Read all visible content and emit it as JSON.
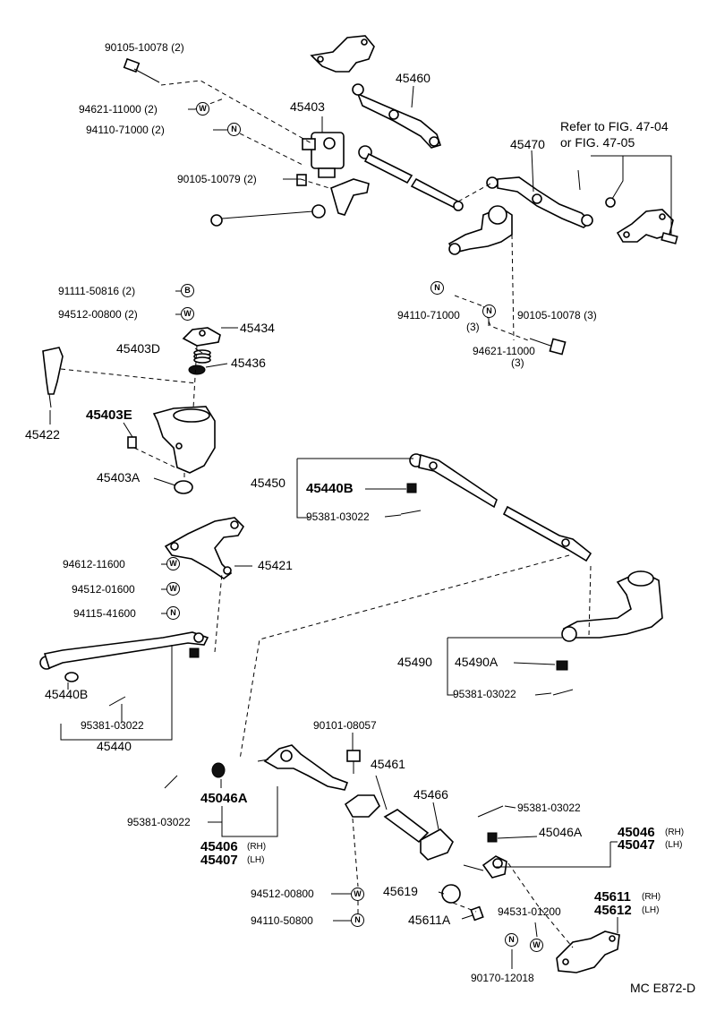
{
  "labels": {
    "p90105_10078_2": "90105-10078 (2)",
    "p94621_11000_2": "94621-11000 (2)",
    "p94110_71000_2": "94110-71000 (2)",
    "p90105_10079_2": "90105-10079 (2)",
    "p45460": "45460",
    "p45403": "45403",
    "refer1": "Refer to FIG. 47-04",
    "refer2": "or FIG. 47-05",
    "p45470": "45470",
    "p91111_50816_2": "91111-50816 (2)",
    "p94512_00800_2": "94512-00800 (2)",
    "p45434": "45434",
    "p45403D": "45403D",
    "p45436": "45436",
    "p94110_71000": "94110-71000",
    "p94110_71000_qty": "(3)",
    "p90105_10078_3": "90105-10078 (3)",
    "p94621_11000": "94621-11000",
    "p94621_11000_qty": "(3)",
    "p45422": "45422",
    "p45403E": "45403E",
    "p45403A": "45403A",
    "p45450": "45450",
    "p45440B_top": "45440B",
    "p95381_03022_a": "95381-03022",
    "p94612_11600": "94612-11600",
    "p45421": "45421",
    "p94512_01600": "94512-01600",
    "p94115_41600": "94115-41600",
    "p45490": "45490",
    "p45490A": "45490A",
    "p95381_03022_b": "95381-03022",
    "p45440B_left": "45440B",
    "p95381_03022_c": "95381-03022",
    "p45440": "45440",
    "p90101_08057": "90101-08057",
    "p45461": "45461",
    "p45046A_left": "45046A",
    "p45466": "45466",
    "p95381_03022_d": "95381-03022",
    "p45046A_right": "45046A",
    "p45046": "45046",
    "p45046_side": "(RH)",
    "p45047": "45047",
    "p45047_side": "(LH)",
    "p95381_03022_e": "95381-03022",
    "p45406": "45406",
    "p45406_side": "(RH)",
    "p45407": "45407",
    "p45407_side": "(LH)",
    "p94512_00800": "94512-00800",
    "p45619": "45619",
    "p94110_50800": "94110-50800",
    "p45611A": "45611A",
    "p94531_01200": "94531-01200",
    "p45611": "45611",
    "p45611_side": "(RH)",
    "p45612": "45612",
    "p45612_side": "(LH)",
    "p90170_12018": "90170-12018",
    "footer": "MC  E872-D"
  },
  "badges": {
    "w": "W",
    "n": "N",
    "b": "B"
  }
}
